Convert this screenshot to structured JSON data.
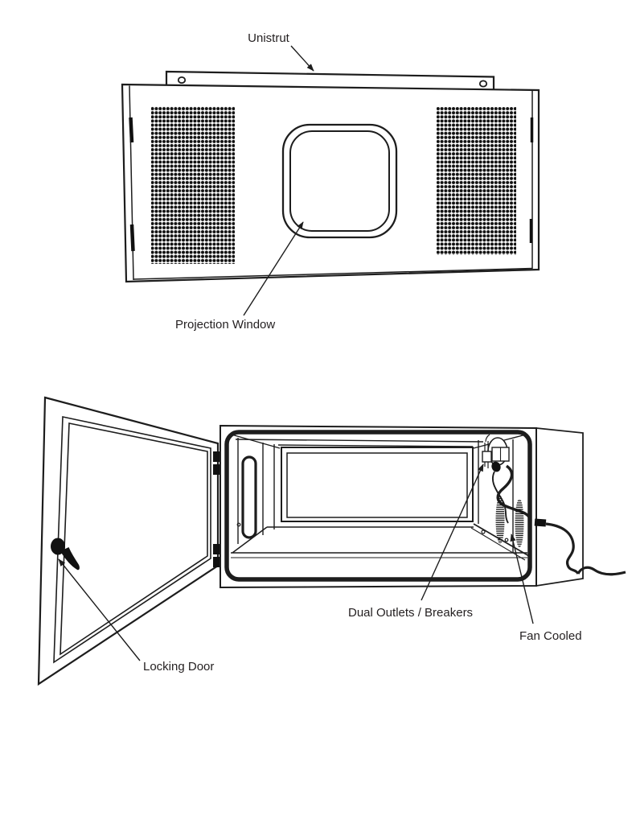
{
  "colors": {
    "ink": "#1d1d1d",
    "background": "#ffffff"
  },
  "diagram": {
    "labels": {
      "unistrut": "Unistrut",
      "projection_window": "Projection Window",
      "locking_door": "Locking Door",
      "dual_outlets_breakers": "Dual Outlets / Breakers",
      "fan_cooled": "Fan Cooled"
    }
  }
}
